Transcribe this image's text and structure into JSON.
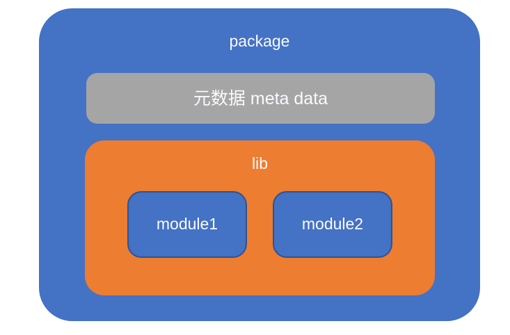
{
  "diagram": {
    "title": "package structure diagram",
    "package": {
      "label": "package"
    },
    "meta": {
      "label": "元数据 meta data"
    },
    "lib": {
      "label": "lib",
      "modules": [
        {
          "label": "module1"
        },
        {
          "label": "module2"
        }
      ]
    }
  },
  "colors": {
    "blue": "#4472C4",
    "orange": "#ED7D31",
    "gray": "#A5A5A5",
    "module_border": "#2F528F",
    "text": "#FAFAFE",
    "background": "#FFFFFF"
  }
}
